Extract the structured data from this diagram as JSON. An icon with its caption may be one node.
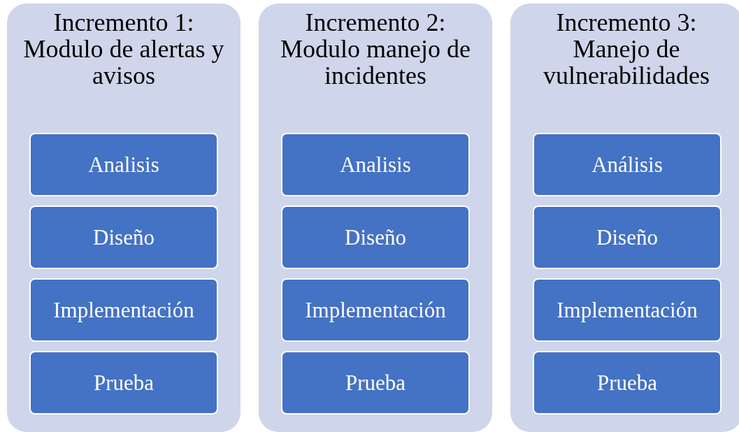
{
  "diagram": {
    "nodes": [
      {
        "text": [
          "Incremento 1: Modulo de alertas y avisos"
        ]
      },
      {
        "text": [
          "Analisis"
        ],
        "in": 0
      },
      {
        "text": [
          "Diseño"
        ],
        "in": 0
      },
      {
        "text": [
          "Implementación"
        ],
        "in": 0
      },
      {
        "text": [
          "Prueba"
        ],
        "in": 0
      },
      {
        "text": [
          "Incremento 2: Modulo manejo de incidentes"
        ]
      },
      {
        "text": [
          "Analisis"
        ],
        "in": 5
      },
      {
        "text": [
          "Diseño"
        ],
        "in": 5
      },
      {
        "text": [
          "Implementación"
        ],
        "in": 5
      },
      {
        "text": [
          "Prueba"
        ],
        "in": 5
      },
      {
        "text": [
          "Incremento 3: Manejo de vulnerabilidades"
        ]
      },
      {
        "text": [
          "Análisis"
        ],
        "in": 10
      },
      {
        "text": [
          "Diseño"
        ],
        "in": 10
      },
      {
        "text": [
          "Implementación"
        ],
        "in": 10
      },
      {
        "text": [
          "Prueba"
        ],
        "in": 10
      }
    ]
  }
}
